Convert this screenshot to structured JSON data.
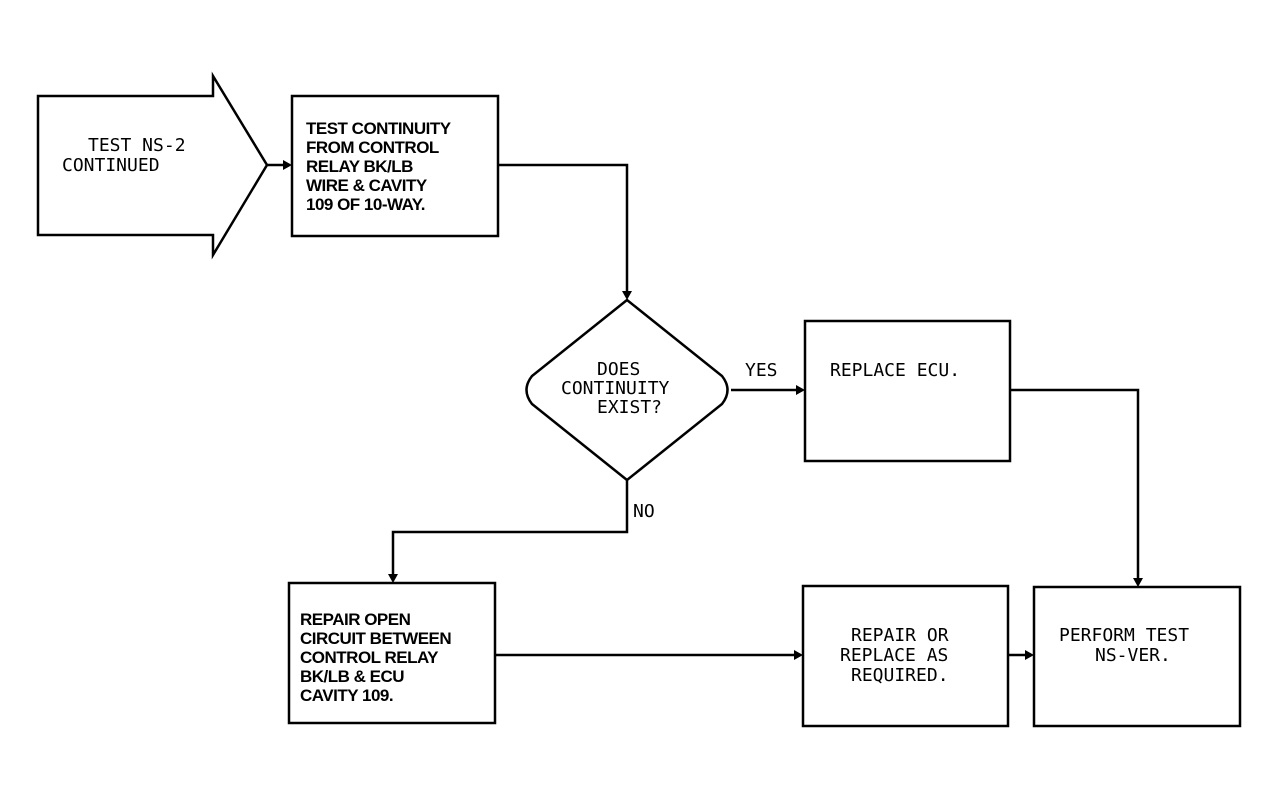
{
  "start": {
    "lines": [
      "TEST NS-2",
      "CONTINUED"
    ]
  },
  "test_box": {
    "lines": [
      "TEST CONTINUITY",
      "FROM CONTROL",
      "RELAY BK/LB",
      "WIRE & CAVITY",
      "109 OF 10-WAY."
    ]
  },
  "decision": {
    "lines": [
      "DOES",
      "CONTINUITY",
      "EXIST?"
    ]
  },
  "branches": {
    "yes": "YES",
    "no": "NO"
  },
  "replace_box": {
    "lines": [
      "REPLACE ECU."
    ]
  },
  "repair_open_box": {
    "lines": [
      "REPAIR OPEN",
      "CIRCUIT BETWEEN",
      "CONTROL RELAY",
      "BK/LB & ECU",
      "CAVITY 109."
    ]
  },
  "repair_replace_box": {
    "lines": [
      "REPAIR OR",
      "REPLACE AS",
      "REQUIRED."
    ]
  },
  "perform_box": {
    "lines": [
      "PERFORM TEST",
      "NS-VER."
    ]
  }
}
